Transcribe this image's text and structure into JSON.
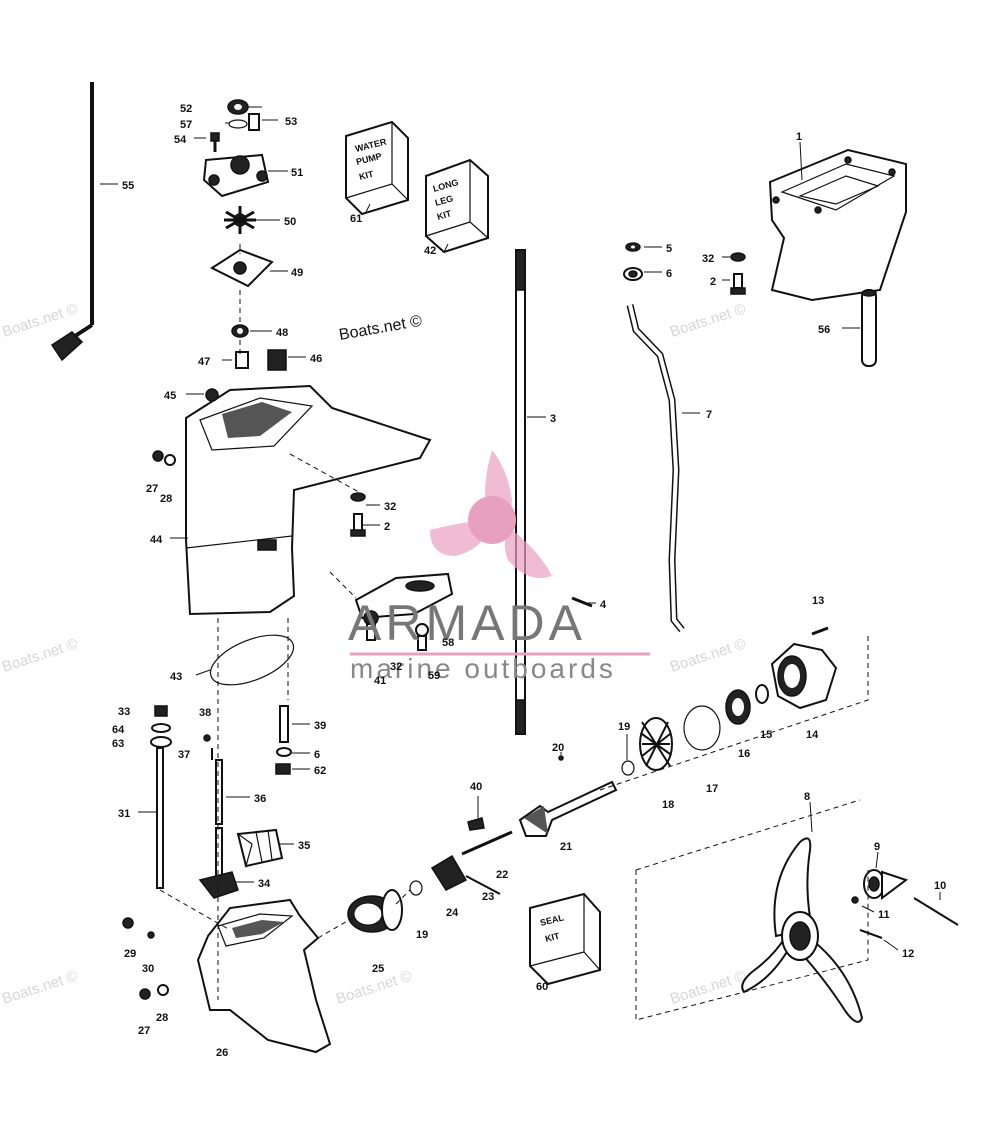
{
  "watermarks": {
    "site": "Boats.net ©"
  },
  "logo": {
    "brand": "ARMADA",
    "tagline": "marine outboards",
    "accent_color": "#e8a0c0"
  },
  "kits": {
    "water_pump": [
      "WATER",
      "PUMP",
      "KIT"
    ],
    "long_leg": [
      "LONG",
      "LEG",
      "KIT"
    ],
    "seal": [
      "SEAL",
      "KIT"
    ]
  },
  "callouts": {
    "c1": "1",
    "c2a": "2",
    "c2b": "2",
    "c3": "3",
    "c4": "4",
    "c5": "5",
    "c6a": "6",
    "c6b": "6",
    "c7": "7",
    "c8": "8",
    "c9": "9",
    "c10": "10",
    "c11": "11",
    "c12": "12",
    "c13": "13",
    "c14": "14",
    "c15": "15",
    "c16": "16",
    "c17": "17",
    "c18": "18",
    "c19a": "19",
    "c19b": "19",
    "c20": "20",
    "c21": "21",
    "c22": "22",
    "c23": "23",
    "c24": "24",
    "c25": "25",
    "c26": "26",
    "c27a": "27",
    "c27b": "27",
    "c28a": "28",
    "c28b": "28",
    "c29": "29",
    "c30": "30",
    "c31": "31",
    "c32a": "32",
    "c32b": "32",
    "c32c": "32",
    "c33": "33",
    "c34": "34",
    "c35": "35",
    "c36": "36",
    "c37": "37",
    "c38": "38",
    "c39": "39",
    "c40": "40",
    "c41": "41",
    "c42": "42",
    "c43": "43",
    "c44": "44",
    "c45": "45",
    "c46": "46",
    "c47": "47",
    "c48": "48",
    "c49": "49",
    "c50": "50",
    "c51": "51",
    "c52": "52",
    "c53": "53",
    "c54": "54",
    "c55": "55",
    "c56": "56",
    "c57": "57",
    "c58": "58",
    "c59": "59",
    "c60": "60",
    "c61": "61",
    "c62": "62",
    "c63": "63",
    "c64": "64"
  }
}
